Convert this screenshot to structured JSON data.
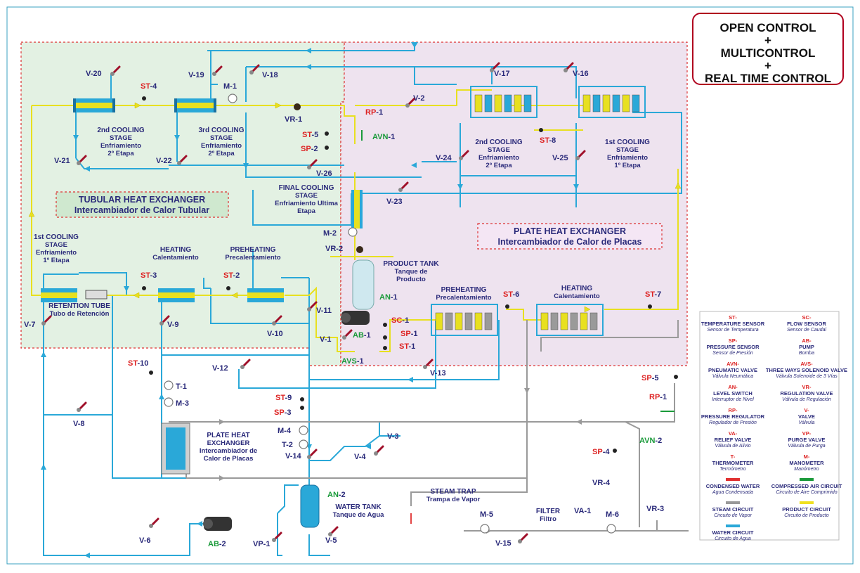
{
  "control": {
    "line1": "OPEN CONTROL",
    "plus1": "+",
    "line2": "MULTICONTROL",
    "plus2": "+",
    "line3": "REAL TIME CONTROL"
  },
  "sections": {
    "tubular_title": "TUBULAR HEAT EXCHANGER",
    "tubular_sub": "Intercambiador de Calor Tubular",
    "plate_title": "PLATE HEAT EXCHANGER",
    "plate_sub": "Intercambiador de Calor de Placas"
  },
  "stages": {
    "cool2_tub": [
      "2nd COOLING",
      "STAGE",
      "Enfriamiento",
      "2º Etapa"
    ],
    "cool3_tub": [
      "3rd COOLING",
      "STAGE",
      "Enfriamiento",
      "2º Etapa"
    ],
    "final_cool": [
      "FINAL COOLING",
      "STAGE",
      "Enfriamiento Ultima",
      "Etapa"
    ],
    "cool1_tub": [
      "1st COOLING",
      "STAGE",
      "Enfriamiento",
      "1º Etapa"
    ],
    "heating_tub": [
      "HEATING",
      "Calentamiento"
    ],
    "preheat_tub": [
      "PREHEATING",
      "Precalentamiento"
    ],
    "retention": [
      "RETENTION TUBE",
      "Tubo de Retención"
    ],
    "cool2_plate": [
      "2nd COOLING",
      "STAGE",
      "Enfriamiento",
      "2º Etapa"
    ],
    "cool1_plate": [
      "1st COOLING",
      "STAGE",
      "Enfriamiento",
      "1º Etapa"
    ],
    "preheat_plate": [
      "PREHEATING",
      "Precalentamiento"
    ],
    "heating_plate": [
      "HEATING",
      "Calentamiento"
    ],
    "product_tank": [
      "PRODUCT TANK",
      "Tanque de",
      "Producto"
    ],
    "plate_hx_small": [
      "PLATE HEAT",
      "EXCHANGER",
      "Intercambiador de",
      "Calor de Placas"
    ],
    "water_tank": [
      "WATER TANK",
      "Tanque de Agua"
    ],
    "steam_trap": [
      "STEAM TRAP",
      "Trampa de Vapor"
    ],
    "filter": [
      "FILTER",
      "Filtro"
    ]
  },
  "tags": {
    "V-20": "V-20",
    "ST-4": "ST-4",
    "V-19": "V-19",
    "M-1": "M-1",
    "V-18": "V-18",
    "VR-1": "VR-1",
    "V-21": "V-21",
    "V-22": "V-22",
    "RP-1a": "RP-1",
    "AVN-1": "AVN-1",
    "ST-5": "ST-5",
    "SP-2": "SP-2",
    "V-26": "V-26",
    "V-2": "V-2",
    "V-17": "V-17",
    "V-16": "V-16",
    "ST-8": "ST-8",
    "V-24": "V-24",
    "V-25": "V-25",
    "V-23": "V-23",
    "M-2": "M-2",
    "VR-2": "VR-2",
    "ST-3": "ST-3",
    "ST-2": "ST-2",
    "AN-1": "AN-1",
    "V-11": "V-11",
    "V-7": "V-7",
    "V-9": "V-9",
    "V-10": "V-10",
    "AB-1": "AB-1",
    "SC-1": "SC-1",
    "SP-1": "SP-1",
    "V-1": "V-1",
    "ST-1": "ST-1",
    "AVS-1": "AVS-1",
    "ST-6": "ST-6",
    "ST-7": "ST-7",
    "V-13": "V-13",
    "ST-10": "ST-10",
    "V-12": "V-12",
    "T-1": "T-1",
    "M-3": "M-3",
    "ST-9": "ST-9",
    "SP-3": "SP-3",
    "V-8": "V-8",
    "M-4": "M-4",
    "T-2": "T-2",
    "V-14": "V-14",
    "V-3": "V-3",
    "V-4": "V-4",
    "AN-2": "AN-2",
    "V-6": "V-6",
    "AB-2": "AB-2",
    "VP-1": "VP-1",
    "V-5": "V-5",
    "SP-5": "SP-5",
    "RP-1b": "RP-1",
    "AVN-2": "AVN-2",
    "SP-4": "SP-4",
    "VR-4": "VR-4",
    "M-5": "M-5",
    "VA-1": "VA-1",
    "M-6": "M-6",
    "VR-3": "VR-3",
    "V-15": "V-15"
  },
  "legend": [
    {
      "code": "ST-",
      "title": "TEMPERATURE SENSOR",
      "sub": "Sensor de Temperatura"
    },
    {
      "code": "SC-",
      "title": "FLOW SENSOR",
      "sub": "Sensor de Caudal"
    },
    {
      "code": "SP-",
      "title": "PRESSURE SENSOR",
      "sub": "Sensor de Presión"
    },
    {
      "code": "AB-",
      "title": "PUMP",
      "sub": "Bomba"
    },
    {
      "code": "AVN-",
      "title": "PNEUMATIC VALVE",
      "sub": "Válvula Neumática"
    },
    {
      "code": "AVS-",
      "title": "THREE WAYS SOLENOID VALVE",
      "sub": "Válvula Solenoide de 3 Vías"
    },
    {
      "code": "AN-",
      "title": "LEVEL SWITCH",
      "sub": "Interruptor de Nivel"
    },
    {
      "code": "VR-",
      "title": "REGULATION VALVE",
      "sub": "Válvula de Regulación"
    },
    {
      "code": "RP-",
      "title": "PRESSURE REGULATOR",
      "sub": "Regulador de Presión"
    },
    {
      "code": "V-",
      "title": "VALVE",
      "sub": "Válvula"
    },
    {
      "code": "VA-",
      "title": "RELIEF VALVE",
      "sub": "Válvula de Alivio"
    },
    {
      "code": "VP-",
      "title": "PURGE VALVE",
      "sub": "Válvula de Purga"
    },
    {
      "code": "T-",
      "title": "THERMOMETER",
      "sub": "Termómetro"
    },
    {
      "code": "M-",
      "title": "MANOMETER",
      "sub": "Manómetro"
    },
    {
      "code": "",
      "title": "CONDENSED WATER",
      "sub": "Agua Condensada",
      "color": "#e03030"
    },
    {
      "code": "",
      "title": "COMPRESSED AIR CIRCUIT",
      "sub": "Circuito de Aire Comprimido",
      "color": "#1a9a3a"
    },
    {
      "code": "",
      "title": "STEAM CIRCUIT",
      "sub": "Circuito de Vapor",
      "color": "#999999"
    },
    {
      "code": "",
      "title": "PRODUCT CIRCUIT",
      "sub": "Circuito de Producto",
      "color": "#f0e020"
    },
    {
      "code": "",
      "title": "WATER CIRCUIT",
      "sub": "Circuito de Agua",
      "color": "#2aa8d8"
    }
  ],
  "colors": {
    "water": "#2aa8d8",
    "product": "#e8e020",
    "steam": "#9a9a9a",
    "air": "#1a9a3a",
    "condensed": "#e03030",
    "tubular_bg": "#e3f1e3",
    "plate_bg": "#eee3ef"
  }
}
